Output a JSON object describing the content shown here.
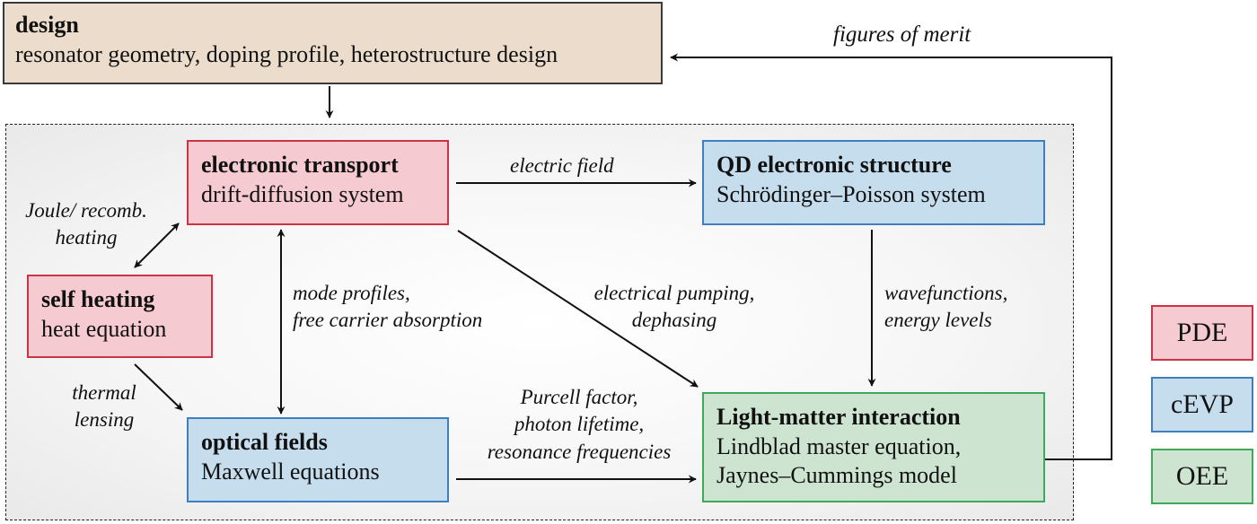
{
  "design": {
    "title": "design",
    "subtitle": "resonator geometry, doping profile, heterostructure design"
  },
  "feedback_label": "figures of merit",
  "boxes": {
    "electronic_transport": {
      "title": "electronic transport",
      "subtitle": "drift-diffusion system"
    },
    "qd_structure": {
      "title": "QD electronic structure",
      "subtitle": "Schrödinger–Poisson system"
    },
    "self_heating": {
      "title": "self heating",
      "subtitle": "heat equation"
    },
    "optical_fields": {
      "title": "optical fields",
      "subtitle": "Maxwell equations"
    },
    "light_matter": {
      "title": "Light-matter interaction",
      "subtitle1": "Lindblad master equation,",
      "subtitle2": "Jaynes–Cummings model"
    }
  },
  "edges": {
    "electric_field": "electric field",
    "joule_1": "Joule/ recomb.",
    "joule_2": "heating",
    "mode_1": "mode profiles,",
    "mode_2": "free carrier absorption",
    "pumping_1": "electrical pumping,",
    "pumping_2": "dephasing",
    "wave_1": "wavefunctions,",
    "wave_2": "energy levels",
    "thermal_1": "thermal",
    "thermal_2": "lensing",
    "purcell_1": "Purcell factor,",
    "purcell_2": "photon lifetime,",
    "purcell_3": "resonance frequencies"
  },
  "legend": [
    {
      "label": "PDE",
      "color": "#cc3344",
      "fill": "#f5cbd1"
    },
    {
      "label": "cEVP",
      "color": "#3f7fc0",
      "fill": "#c6ddee"
    },
    {
      "label": "OEE",
      "color": "#3fa85a",
      "fill": "#cde5d0"
    }
  ]
}
